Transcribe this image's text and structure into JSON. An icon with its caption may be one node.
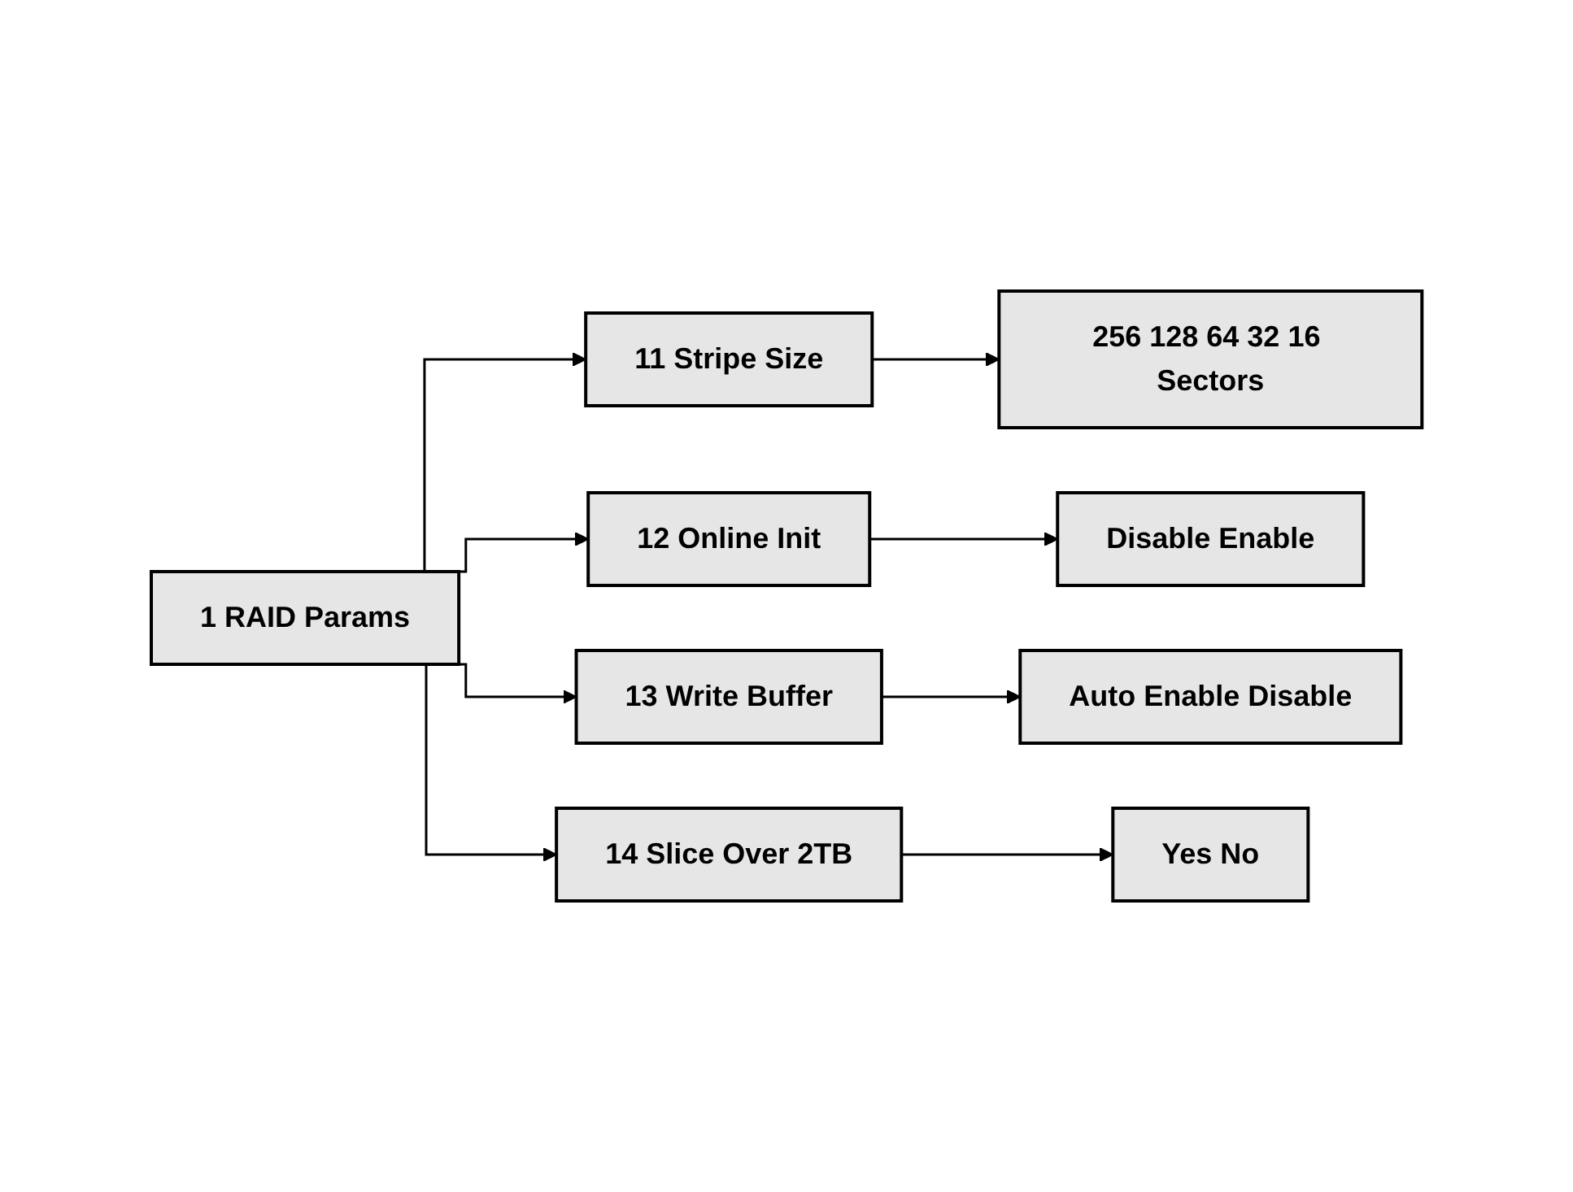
{
  "diagram": {
    "nodes": [
      {
        "text": [
          "1 RAID Params"
        ]
      },
      {
        "text": [
          "11 Stripe Size"
        ]
      },
      {
        "text": [
          "256 128 64 32 16 Sectors"
        ]
      },
      {
        "text": [
          "12 Online Init"
        ]
      },
      {
        "text": [
          "Disable Enable"
        ]
      },
      {
        "text": [
          "13 Write Buffer"
        ]
      },
      {
        "text": [
          "Auto Enable Disable"
        ]
      },
      {
        "text": [
          "14 Slice Over 2TB"
        ]
      },
      {
        "text": [
          "Yes No"
        ]
      }
    ],
    "edges": [
      {
        "from": 0,
        "to": 1,
        "arrow": "to"
      },
      {
        "from": 0,
        "to": 3,
        "arrow": "to"
      },
      {
        "from": 0,
        "to": 5,
        "arrow": "to"
      },
      {
        "from": 0,
        "to": 7,
        "arrow": "to"
      },
      {
        "from": 1,
        "to": 2,
        "arrow": "to"
      },
      {
        "from": 3,
        "to": 4,
        "arrow": "to"
      },
      {
        "from": 5,
        "to": 6,
        "arrow": "to"
      },
      {
        "from": 7,
        "to": 8,
        "arrow": "to"
      }
    ]
  }
}
